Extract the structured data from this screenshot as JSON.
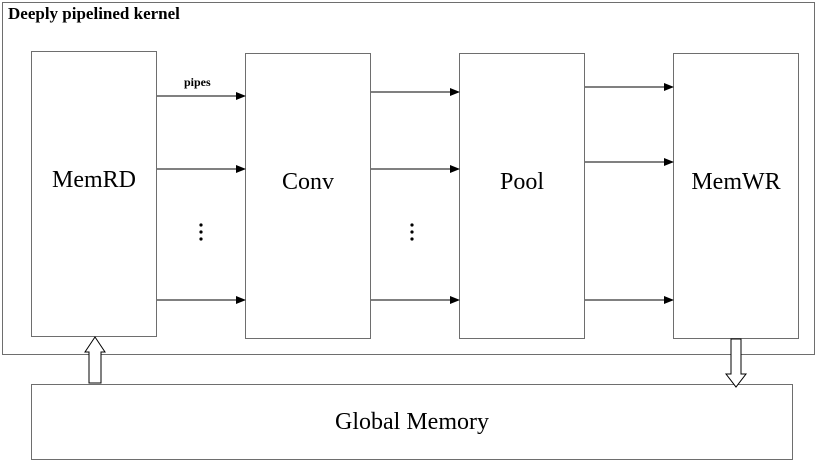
{
  "kernel": {
    "title": "Deeply pipelined kernel"
  },
  "pipes_label": "pipes",
  "stages": [
    {
      "label": "MemRD"
    },
    {
      "label": "Conv"
    },
    {
      "label": "Pool"
    },
    {
      "label": "MemWR"
    }
  ],
  "global_memory": {
    "label": "Global Memory"
  },
  "colors": {
    "border": "#6e6e6e",
    "arrow": "#000000",
    "background": "#ffffff"
  }
}
